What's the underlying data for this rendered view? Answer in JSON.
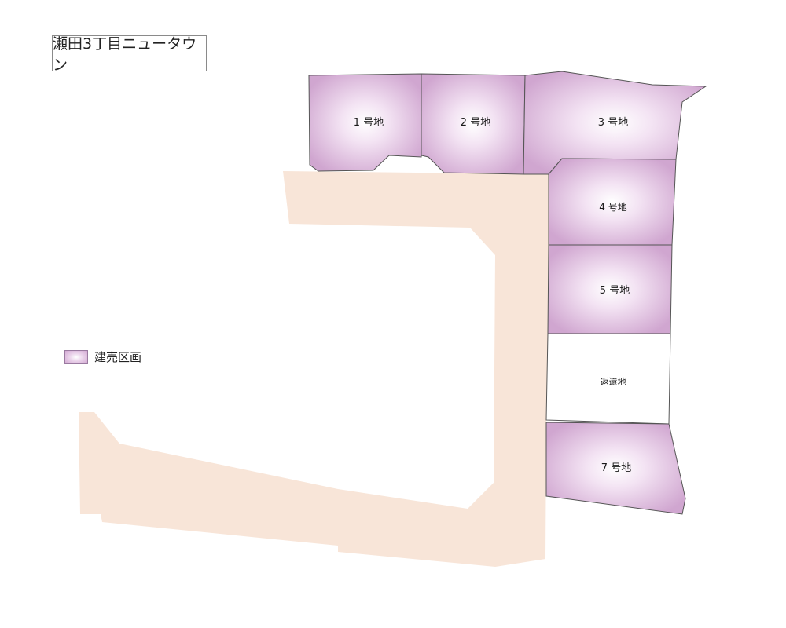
{
  "title": "瀬田3丁目ニュータウン",
  "legend": {
    "label": "建売区画"
  },
  "colors": {
    "lot_edge": "#d2a8d2",
    "lot_center": "#ffffff",
    "road": "#f8e5d8",
    "returned": "#ffffff"
  },
  "lots": [
    {
      "id": "lot-1",
      "label": "1 号地",
      "type": "sale"
    },
    {
      "id": "lot-2",
      "label": "2 号地",
      "type": "sale"
    },
    {
      "id": "lot-3",
      "label": "3 号地",
      "type": "sale"
    },
    {
      "id": "lot-4",
      "label": "4 号地",
      "type": "sale"
    },
    {
      "id": "lot-5",
      "label": "5 号地",
      "type": "sale"
    },
    {
      "id": "lot-6",
      "label": "返還地",
      "type": "returned"
    },
    {
      "id": "lot-7",
      "label": "7 号地",
      "type": "sale"
    }
  ]
}
